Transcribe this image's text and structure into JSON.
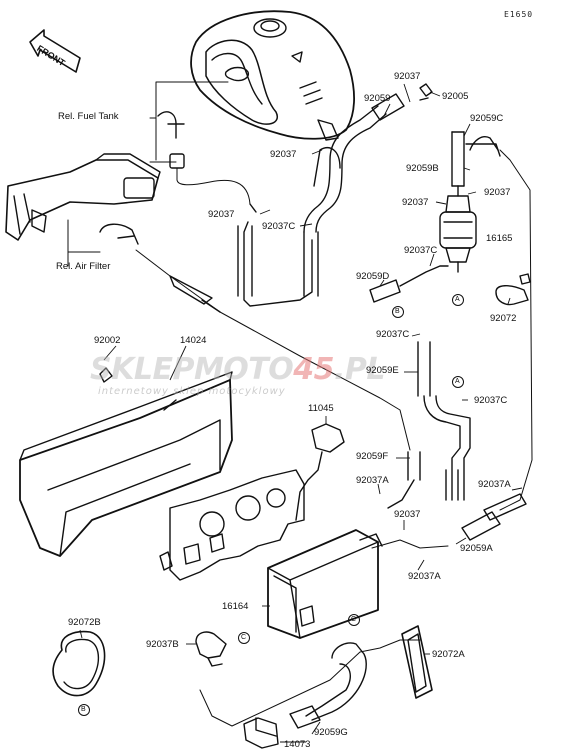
{
  "diagram_code": "E1650",
  "front_label": "FRONT",
  "watermark": {
    "brand_a": "SKLEPMOTO",
    "brand_b": "45",
    "brand_c": ".PL",
    "tagline": "internetowy sklep motocyklowy"
  },
  "refs": {
    "fuel_tank": "Rel. Fuel Tank",
    "air_filter": "Rel. Air Filter"
  },
  "parts": {
    "p92037_a": "92037",
    "p92059_a": "92059",
    "p92005": "92005",
    "p92037_b": "92037",
    "p92059c": "92059C",
    "p92059b": "92059B",
    "p92037_c": "92037",
    "p92037_d": "92037",
    "p92037_e": "92037",
    "p92037c_a": "92037C",
    "p92037c_b": "92037C",
    "p16165": "16165",
    "p92059d": "92059D",
    "p92072": "92072",
    "p92002": "92002",
    "p14024": "14024",
    "p92037c_c": "92037C",
    "p92059e": "92059E",
    "p92037c_d": "92037C",
    "p11045": "11045",
    "p92059f": "92059F",
    "p92037a_a": "92037A",
    "p92037a_b": "92037A",
    "p92037_f": "92037",
    "p92059a": "92059A",
    "p92037a_c": "92037A",
    "p16164": "16164",
    "p92072b": "92072B",
    "p92037b": "92037B",
    "p92072a": "92072A",
    "p92059g": "92059G",
    "p14073": "14073"
  },
  "markers": {
    "a": "A",
    "b": "B",
    "c": "C"
  }
}
